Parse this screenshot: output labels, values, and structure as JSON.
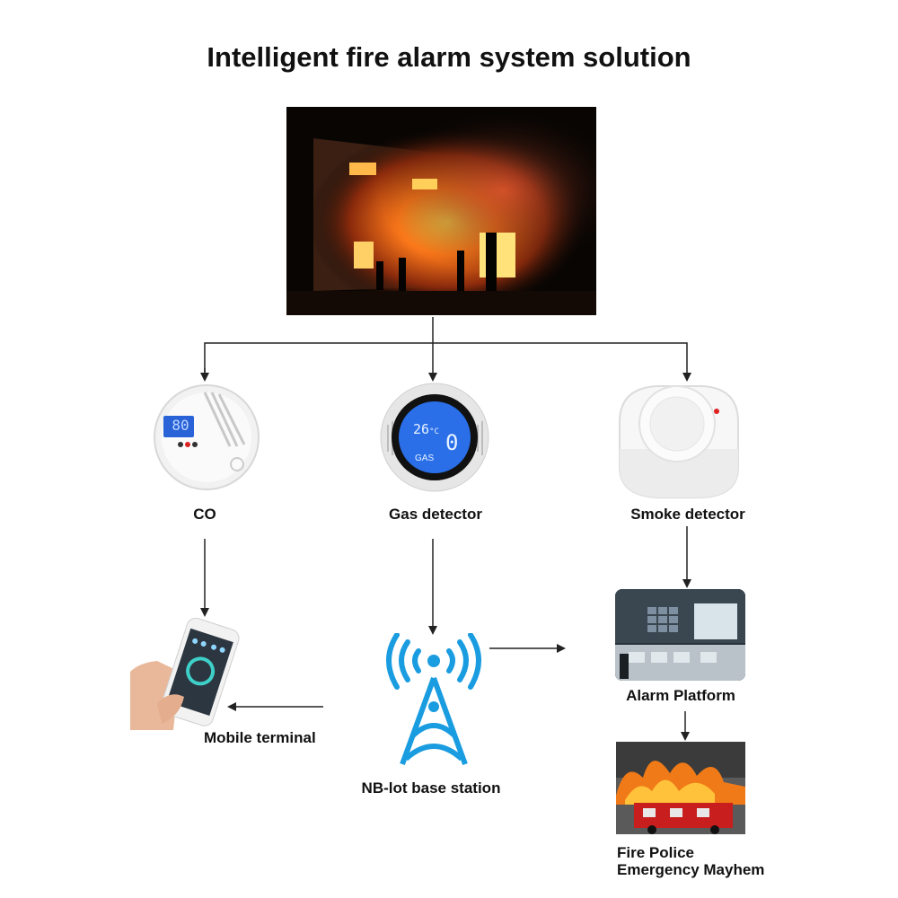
{
  "title": "Intelligent fire alarm system solution",
  "nodes": {
    "co": "CO",
    "gas": "Gas detector",
    "smoke": "Smoke detector",
    "mobile": "Mobile terminal",
    "station": "NB-lot base station",
    "platform": "Alarm Platform",
    "fire_police_line1": "Fire Police",
    "fire_police_line2": "Emergency Mayhem"
  },
  "gas_display": {
    "temp": "26",
    "unit": "°C",
    "reading": "0",
    "label": "GAS"
  },
  "co_display": {
    "reading": "80"
  },
  "colors": {
    "tower": "#1a9ce0",
    "lcd": "#2a6fe8",
    "arrow": "#222222"
  }
}
